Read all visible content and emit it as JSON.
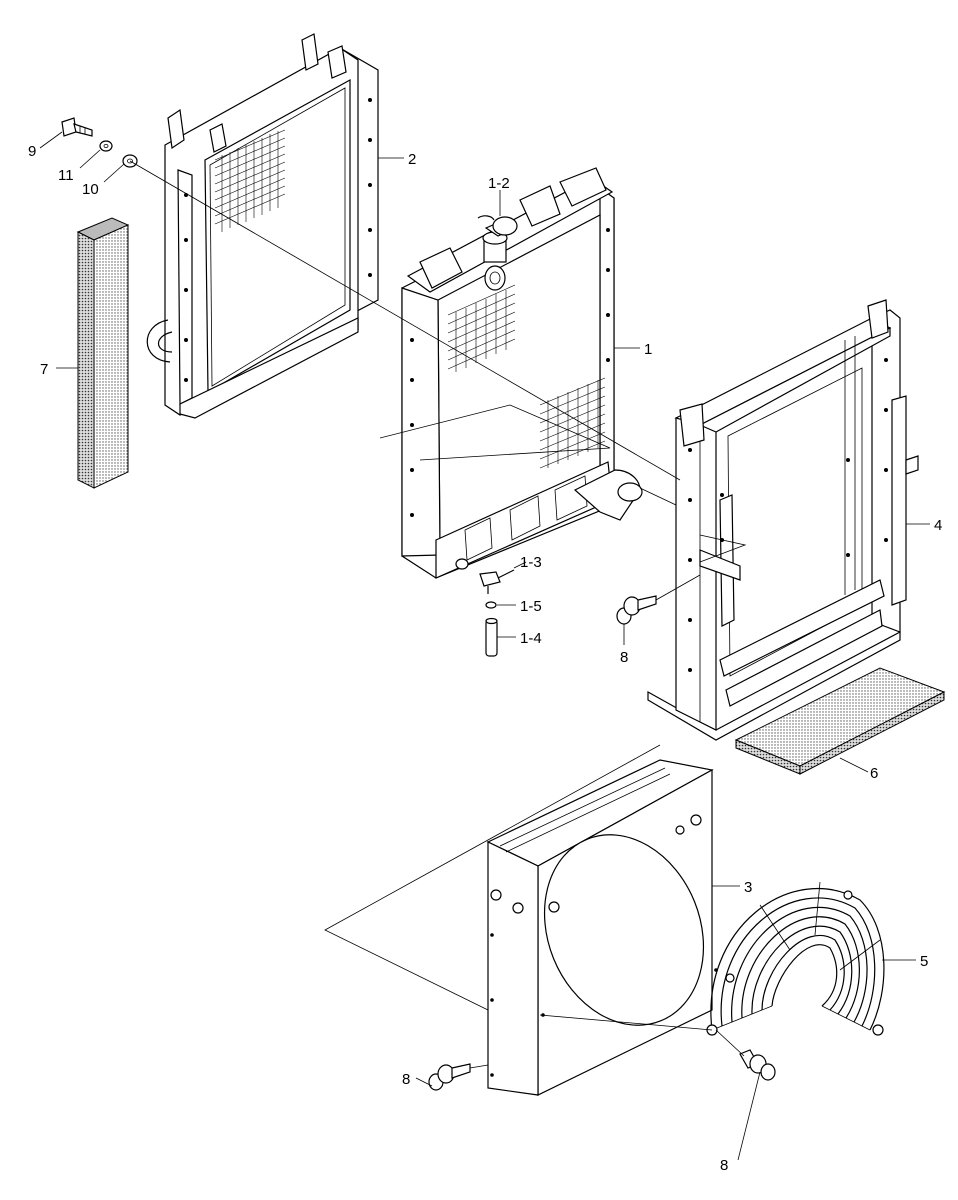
{
  "diagram": {
    "callouts": [
      {
        "id": "c-1",
        "text": "1"
      },
      {
        "id": "c-1-2",
        "text": "1-2"
      },
      {
        "id": "c-1-3",
        "text": "1-3"
      },
      {
        "id": "c-1-4",
        "text": "1-4"
      },
      {
        "id": "c-1-5",
        "text": "1-5"
      },
      {
        "id": "c-2",
        "text": "2"
      },
      {
        "id": "c-3",
        "text": "3"
      },
      {
        "id": "c-4",
        "text": "4"
      },
      {
        "id": "c-5",
        "text": "5"
      },
      {
        "id": "c-6",
        "text": "6"
      },
      {
        "id": "c-7",
        "text": "7"
      },
      {
        "id": "c-8a",
        "text": "8"
      },
      {
        "id": "c-8b",
        "text": "8"
      },
      {
        "id": "c-8c",
        "text": "8"
      },
      {
        "id": "c-9",
        "text": "9"
      },
      {
        "id": "c-10",
        "text": "10"
      },
      {
        "id": "c-11",
        "text": "11"
      }
    ]
  }
}
